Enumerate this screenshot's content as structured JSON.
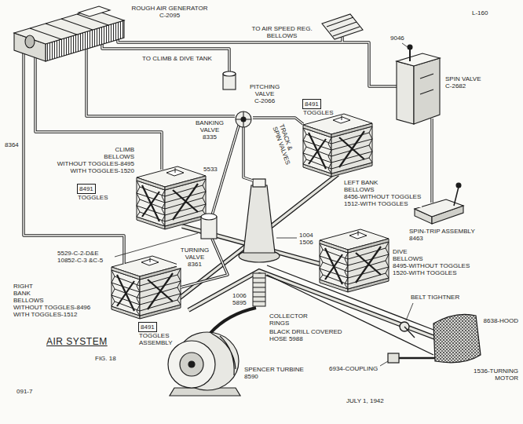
{
  "diagram": {
    "title": "AIR SYSTEM",
    "nodes": [
      {
        "text": [
          "8491",
          "TOGGLES"
        ]
      },
      {
        "text": [
          "8491",
          "TOGGLES"
        ]
      },
      {
        "text": [
          "8491",
          "TOGGLES ASSEMBLY"
        ]
      }
    ],
    "labels": [
      "ROUGH AIR GENERATOR C-2095",
      "L-160",
      "TO AIR SPEED REG. BELLOWS",
      "TO CLIMB & DIVE TANK",
      "9046",
      "SPIN VALVE C-2682",
      "PITCHING VALVE C-2066",
      "TRACK & SPIN VALVES",
      "BANKING VALVE 8335",
      "8364",
      "CLIMB BELLOWS WITHOUT TOGGLES-8495 WITH TOGGLES-1520",
      "5533",
      "LEFT BANK BELLOWS 8456-WITHOUT TOGGLES 1512-WITH TOGGLES",
      "SPIN-TRIP ASSEMBLY 8463",
      "5529-C-2-D&E 10852-C-3 &C-5",
      "TURNING VALVE 8361",
      "1004 1506",
      "DIVE BELLOWS 8495-WITHOUT TOGGLES 1520-WITH TOGGLES",
      "1006 5895",
      "BELT TIGHTNER",
      "8638-HOOD",
      "RIGHT BANK BELLOWS WITHOUT TOGGLES-8496 WITH TOGGLES-1512",
      "COLLECTOR RINGS",
      "BLACK DRILL COVERED HOSE 5988",
      "FIG. 18",
      "SPENCER TURBINE 8590",
      "6934-COUPLING",
      "1536-TURNING MOTOR",
      "JULY 1, 1942",
      "091-7"
    ]
  }
}
